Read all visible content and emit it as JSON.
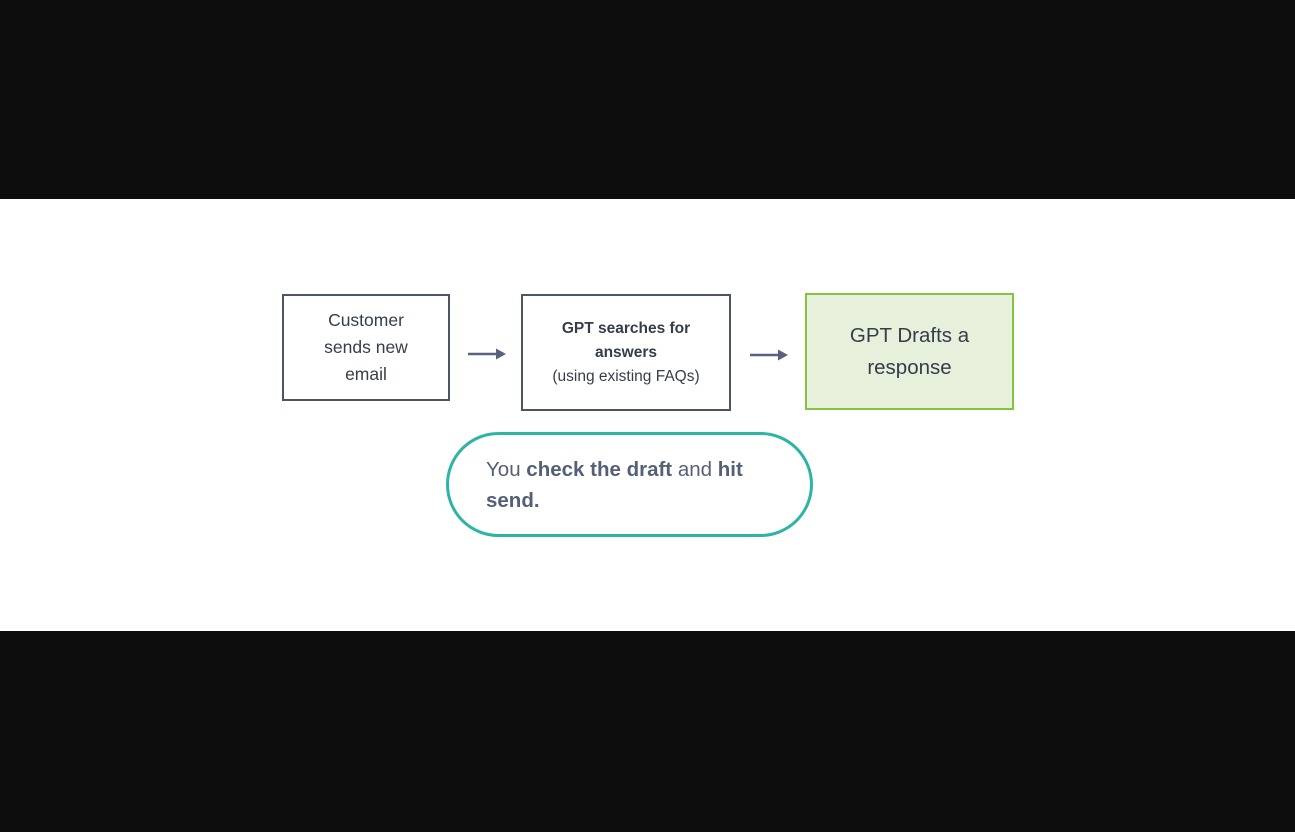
{
  "diagram": {
    "nodes": [
      {
        "id": "customer-email",
        "label_lines": [
          "Customer",
          "sends new",
          "email"
        ]
      },
      {
        "id": "gpt-searches",
        "label_lines": [
          "GPT searches for",
          "answers",
          "(using existing FAQs)"
        ]
      },
      {
        "id": "gpt-drafts",
        "label_lines": [
          "GPT Drafts a",
          "response"
        ]
      }
    ],
    "callout": {
      "seg1": "You ",
      "seg2": "check the draft",
      "seg3": " and ",
      "seg4": "hit send."
    },
    "colors": {
      "frame_background": "#0d0d0d",
      "slide_background": "#ffffff",
      "node_border": "#4c5564",
      "node_text": "#363d4a",
      "highlight_border": "#86c440",
      "highlight_fill": "#e7f0da",
      "callout_border": "#2eb4a4",
      "callout_text": "#556077",
      "arrow": "#59627a"
    }
  }
}
